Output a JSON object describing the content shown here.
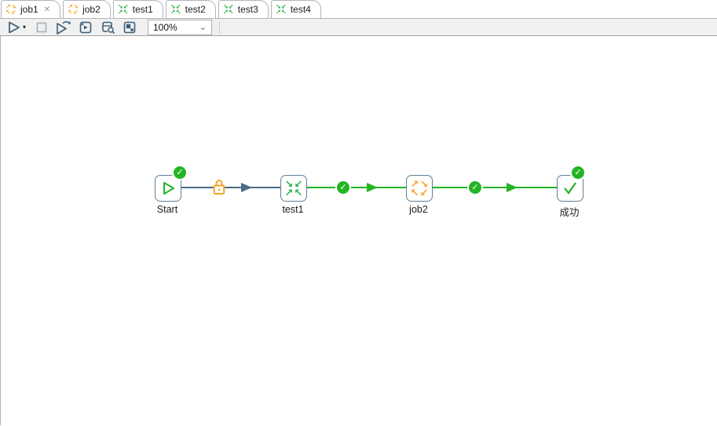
{
  "tabs": [
    {
      "label": "job1",
      "type": "job",
      "active": true
    },
    {
      "label": "job2",
      "type": "job",
      "active": false
    },
    {
      "label": "test1",
      "type": "transformation",
      "active": false
    },
    {
      "label": "test2",
      "type": "transformation",
      "active": false
    },
    {
      "label": "test3",
      "type": "transformation",
      "active": false
    },
    {
      "label": "test4",
      "type": "transformation",
      "active": false
    }
  ],
  "toolbar": {
    "zoom_value": "100%",
    "buttons": [
      "run",
      "stop",
      "run-options",
      "replay",
      "explore-database",
      "show-execution-results"
    ]
  },
  "canvas": {
    "nodes": [
      {
        "label": "Start"
      },
      {
        "label": "test1"
      },
      {
        "label": "job2"
      },
      {
        "label": "成功"
      }
    ]
  },
  "icons": {
    "close": "✕",
    "caret": "▾",
    "chevron": "⌄",
    "check": "✓",
    "job_arrows": [
      "↗",
      "↘",
      "↖",
      "↙"
    ],
    "trans_arrows": [
      "↘",
      "↙",
      "↗",
      "↖"
    ]
  },
  "colors": {
    "green": "#24b424",
    "orange": "#f5a623",
    "slate": "#44657f",
    "hop_unconditional": "#4a6b82"
  }
}
